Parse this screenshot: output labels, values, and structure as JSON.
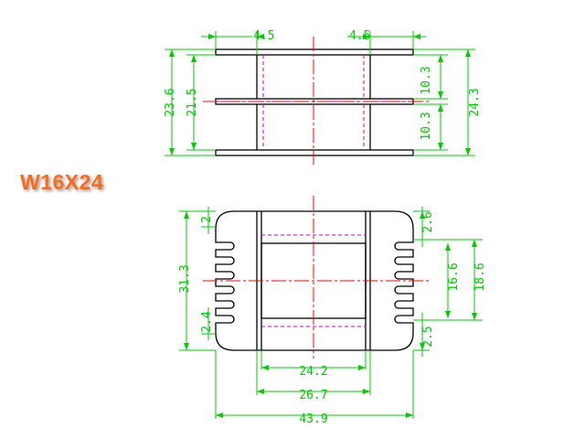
{
  "title": "W16X24",
  "top_view": {
    "width_left": "4.5",
    "width_right": "4.5",
    "height_outer": "23.6",
    "height_inner": "21.5",
    "upper_gap": "10.3",
    "lower_gap": "10.3",
    "right_total": "24.3"
  },
  "front_view": {
    "left_total": "31.3",
    "left_top": "2",
    "left_bottom": "2.4",
    "right_top": "2.6",
    "right_mid": "16.6",
    "right_total": "18.6",
    "right_bottom": "2.5",
    "width_inner": "24.2",
    "width_mid": "26.7",
    "width_total": "43.9"
  },
  "colors": {
    "outline": "#000000",
    "dimension": "#00cc00",
    "centerline": "#ff0000",
    "hidden": "#cc00cc",
    "title": "#ff6a1a"
  }
}
